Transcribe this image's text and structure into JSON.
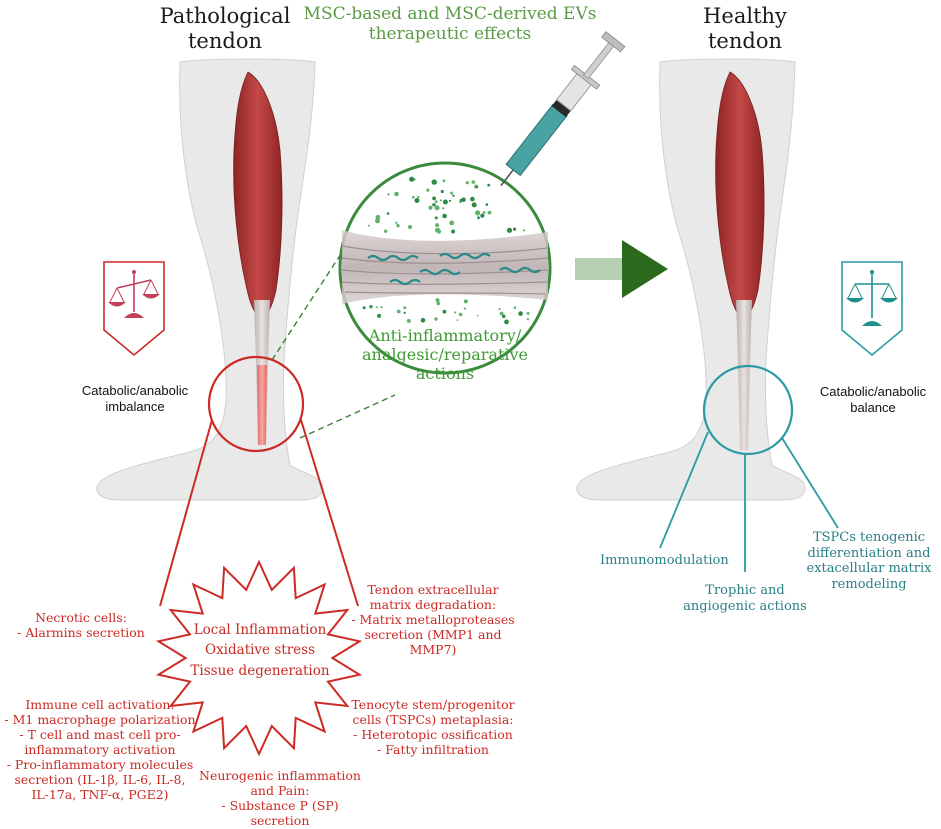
{
  "left_title": [
    "Pathological",
    "tendon"
  ],
  "right_title": [
    "Healthy",
    "tendon"
  ],
  "center_title": [
    "MSC-based and MSC-derived EVs",
    "therapeutic effects"
  ],
  "circle_text": [
    "Anti-inflammatory/",
    "analgesic/reparative",
    "actions"
  ],
  "left_scale_label": [
    "Catabolic/anabolic",
    "imbalance"
  ],
  "right_scale_label": [
    "Catabolic/anabolic",
    "balance"
  ],
  "star_lines": [
    "Local Inflammation",
    "Oxidative stress",
    "Tissue degeneration"
  ],
  "red_notes": {
    "necrotic": [
      "Necrotic cells:",
      "- Alarmins secretion"
    ],
    "immune": [
      "Immune cell activation:",
      "- M1 macrophage polarization",
      "- T cell and mast cell pro-",
      "inflammatory activation",
      "- Pro-inflammatory molecules",
      "secretion (IL-1β, IL-6, IL-8,",
      "IL-17a, TNF-α, PGE2)"
    ],
    "neuro": [
      "Neurogenic inflammation",
      "and Pain:",
      "- Substance P (SP)",
      "secretion"
    ],
    "ecm": [
      "Tendon extracellular",
      "matrix degradation:",
      "- Matrix metalloproteases",
      "secretion (MMP1 and",
      "MMP7)"
    ],
    "tspc": [
      "Tenocyte stem/progenitor",
      "cells (TSPCs) metaplasia:",
      "- Heterotopic ossification",
      "- Fatty infiltration"
    ]
  },
  "teal_notes": {
    "immuno": [
      "Immunomodulation"
    ],
    "trophic": [
      "Trophic and",
      "angiogenic actions"
    ],
    "tspc": [
      "TSPCs tenogenic",
      "differentiation and",
      "extacellular matrix",
      "remodeling"
    ]
  },
  "colors": {
    "red": "#cc2a24",
    "teal": "#2a9aa3",
    "green": "#2f7a33",
    "muscle": "#b83a3a",
    "skin": "#e9e9e9"
  }
}
